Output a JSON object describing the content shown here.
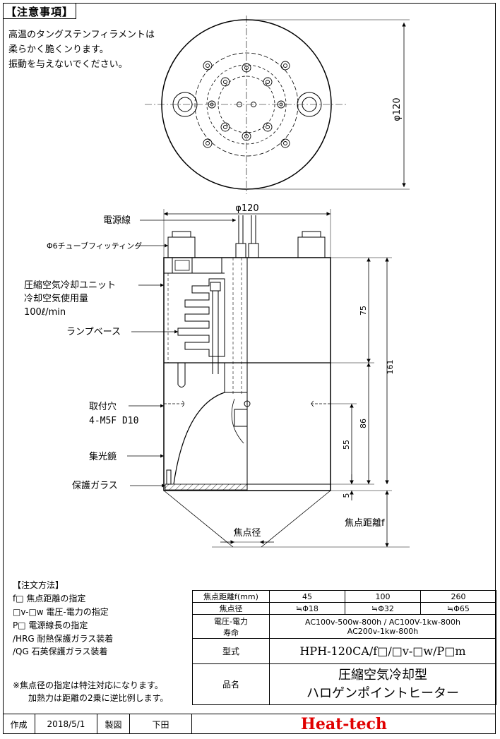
{
  "caution": {
    "title": "【注意事項】",
    "lines": [
      "高温のタングステンフィラメントは",
      "柔らかく脆くンります。",
      "振動を与えないでください。"
    ]
  },
  "top_view": {
    "diameter_label": "φ120"
  },
  "side_view": {
    "top_diameter_label": "φ120",
    "callouts": {
      "power_cable": "電源線",
      "tube_fitting": "Φ6チューブフィッティング",
      "cooling_unit_1": "圧縮空気冷却ユニット",
      "cooling_unit_2": "冷却空気使用量",
      "cooling_unit_3": "100ℓ/min",
      "lamp_base": "ランプベース",
      "mount_hole_1": "取付穴",
      "mount_hole_2": "4-M5F D10",
      "reflector": "集光鏡",
      "protective_glass": "保護ガラス",
      "spot_diameter": "焦点径",
      "focal_distance": "焦点距離f"
    },
    "dims": {
      "d75": "75",
      "d161": "161",
      "d86": "86",
      "d55": "55",
      "d5": "5"
    }
  },
  "order": {
    "title": "【注文方法】",
    "lines": [
      "f□  焦点距離の指定",
      "□v-□w  電圧-電力の指定",
      "P□  電源線長の指定",
      "/HRG  耐熱保護ガラス装着",
      "/QG  石英保護ガラス装着"
    ],
    "notes": [
      "※焦点径の指定は特注対応になります。",
      "加熱力は距離の2乗に逆比例します。"
    ]
  },
  "spec_table": {
    "focal_header": "焦点距離f(mm)",
    "focal_values": [
      "45",
      "100",
      "260"
    ],
    "spot_header": "焦点径",
    "spot_values": [
      "≒Φ18",
      "≒Φ32",
      "≒Φ65"
    ],
    "power_header": "電圧-電力",
    "life_header": "寿命",
    "power_line_1": "AC100v-500w-800h  /  AC100V-1kw-800h",
    "power_line_2": "AC200v-1kw-800h",
    "model_header": "型式",
    "model_value": "HPH-120CA/f□/□v-□w/P□m",
    "name_header": "品名",
    "name_line_1": "圧縮空気冷却型",
    "name_line_2": "ハロゲンポイントヒーター"
  },
  "footer": {
    "made_label": "作成",
    "date": "2018/5/1",
    "drawn_label": "製図",
    "drafter": "下田",
    "brand": "Heat-tech"
  },
  "colors": {
    "brand": "#e00000"
  }
}
